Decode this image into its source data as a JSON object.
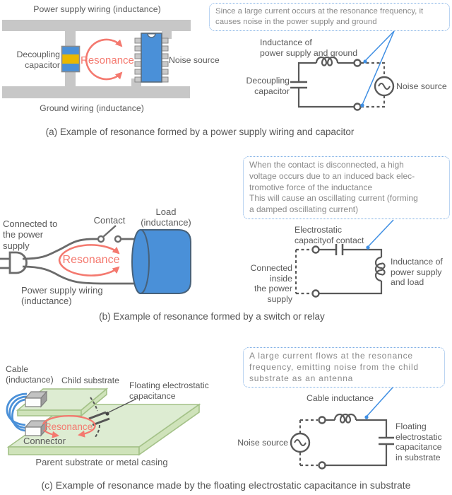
{
  "figure": {
    "sections": {
      "a": {
        "caption": "(a) Example of resonance formed by a power supply wiring and capacitor",
        "callout": "Since a large current occurs at the resonance frequency, it\ncauses noise in the power supply and ground",
        "labels": {
          "power_wiring": "Power supply wiring (inductance)",
          "ground_wiring": "Ground wiring (inductance)",
          "decoupling_capacitor": "Decoupling\ncapacitor",
          "resonance": "Resonance",
          "noise_source": "Noise source"
        },
        "circuit": {
          "inductance": "Inductance of\npower supply and ground",
          "capacitor": "Decoupling\ncapacitor",
          "source": "Noise source"
        }
      },
      "b": {
        "caption": "(b) Example of resonance formed by a switch or relay",
        "callout": "When the contact is disconnected, a high\nvoltage occurs due to an induced back elec-\ntromotive force of the inductance\nThis will cause an oscillating current (forming\na damped oscillating current)",
        "labels": {
          "connected": "Connected to\nthe power\nsupply",
          "contact": "Contact",
          "load": "Load\n(inductance)",
          "resonance": "Resonance",
          "wiring": "Power supply wiring\n(inductance)"
        },
        "circuit": {
          "capacity": "Electrostatic\ncapacityof contact",
          "connected": "Connected inside\nthe power supply",
          "inductance": "Inductance of\npower supply\nand load"
        }
      },
      "c": {
        "caption": "(c) Example of resonance made by the floating electrostatic capacitance in substrate",
        "callout": "A large current flows at the resonance\nfrequency, emitting noise from the child\nsubstrate as an antenna",
        "labels": {
          "cable": "Cable\n(inductance)",
          "child_substrate": "Child substrate",
          "floating_capacitance": "Floating electrostatic\ncapacitance",
          "resonance": "Resonance",
          "connector": "Connector",
          "parent_substrate": "Parent substrate or metal casing"
        },
        "circuit": {
          "inductance": "Cable inductance",
          "source": "Noise source",
          "capacitance": "Floating\nelectrostatic\ncapacitance\nin substrate"
        }
      }
    },
    "colors": {
      "component_blue": "#4a90d8",
      "capacitor_yellow": "#eab800",
      "wiring_gray": "#c7c7c7",
      "resonance_red": "#f4796f",
      "leader_blue": "#3e8ee3",
      "substrate_green": "#ddecd2",
      "circuit_line_gray": "#595959"
    }
  }
}
